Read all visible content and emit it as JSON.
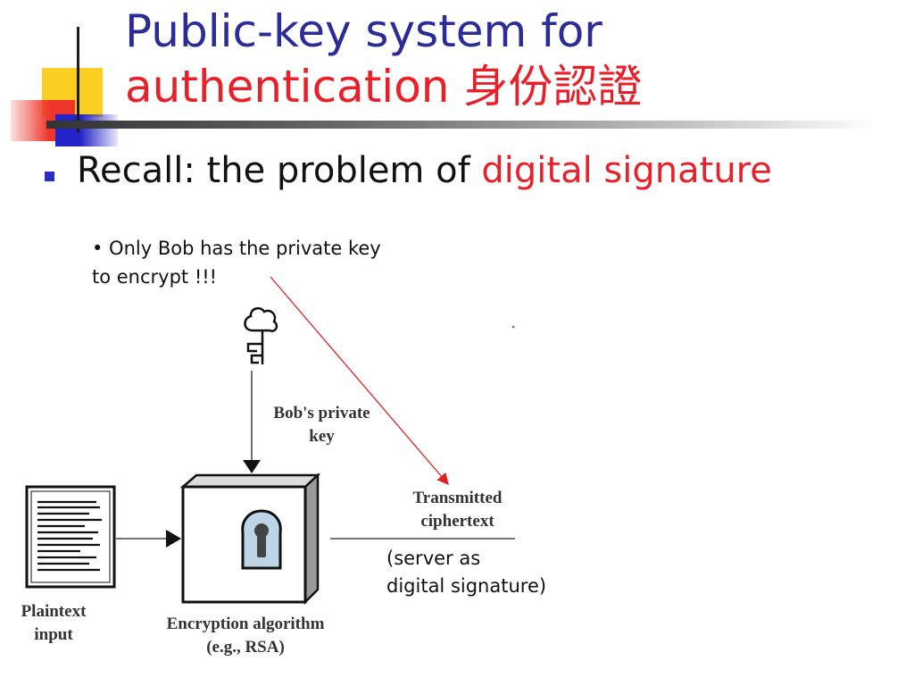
{
  "slide": {
    "title_line1": "Public-key system for",
    "title_line2": "authentication",
    "title_chinese": "身份認證",
    "bullet_prefix": "Recall: the problem of ",
    "bullet_highlight": "digital signature",
    "note_line1": "• Only Bob has the private key",
    "note_line2": "to encrypt !!!",
    "server_note_line1": "(server as",
    "server_note_line2": "digital signature)"
  },
  "diagram": {
    "key_label_line1": "Bob's private",
    "key_label_line2": "key",
    "cipher_label_line1": "Transmitted",
    "cipher_label_line2": "ciphertext",
    "plaintext_label_line1": "Plaintext",
    "plaintext_label_line2": "input",
    "encryption_label_line1": "Encryption algorithm",
    "encryption_label_line2": "(e.g., RSA)",
    "icons": [
      "key-icon",
      "document-icon",
      "lock-box-icon",
      "keyhole-icon"
    ]
  },
  "colors": {
    "title_blue": "#2c2c96",
    "highlight_red": "#e8202a",
    "bullet_blue": "#2c2cc8",
    "arrow_red": "#dd2222",
    "deco_yellow": "#fbcf22"
  }
}
